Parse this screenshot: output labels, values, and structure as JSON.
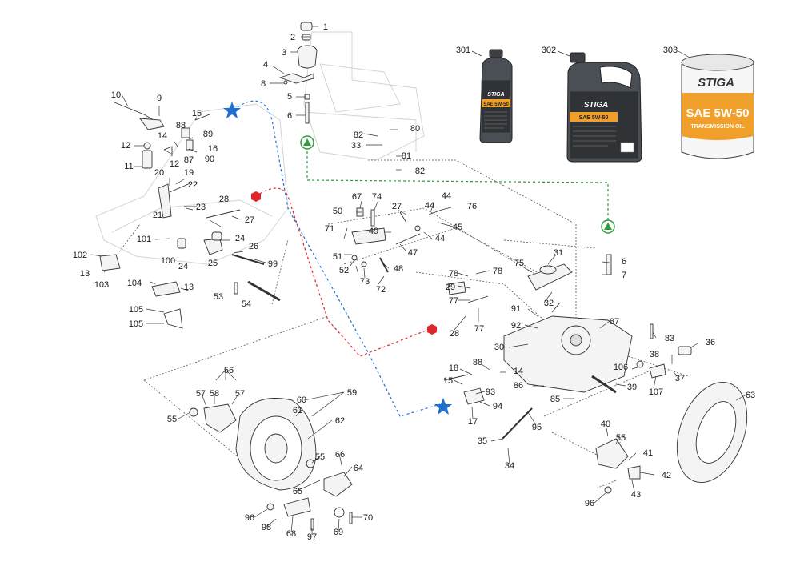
{
  "diagram": {
    "part_numbers": [
      "1",
      "2",
      "3",
      "4",
      "5",
      "6",
      "8",
      "9",
      "10",
      "11",
      "12",
      "12",
      "13",
      "13",
      "14",
      "15",
      "16",
      "17",
      "18",
      "19",
      "20",
      "21",
      "22",
      "23",
      "24",
      "24",
      "25",
      "26",
      "27",
      "27",
      "28",
      "28",
      "29",
      "30",
      "31",
      "32",
      "33",
      "34",
      "35",
      "36",
      "37",
      "38",
      "39",
      "40",
      "41",
      "42",
      "43",
      "44",
      "44",
      "44",
      "45",
      "47",
      "48",
      "49",
      "50",
      "51",
      "52",
      "53",
      "54",
      "55",
      "55",
      "55",
      "56",
      "57",
      "57",
      "58",
      "59",
      "60",
      "61",
      "62",
      "63",
      "64",
      "65",
      "66",
      "67",
      "68",
      "69",
      "70",
      "71",
      "72",
      "73",
      "74",
      "75",
      "76",
      "77",
      "77",
      "78",
      "78",
      "80",
      "81",
      "82",
      "82",
      "83",
      "85",
      "86",
      "87",
      "87",
      "88",
      "88",
      "89",
      "90",
      "91",
      "92",
      "93",
      "94",
      "95",
      "96",
      "96",
      "97",
      "98",
      "99",
      "100",
      "101",
      "102",
      "103",
      "104",
      "105",
      "105",
      "106",
      "107",
      "6",
      "7",
      "14",
      "15"
    ],
    "products": [
      {
        "number": "301",
        "brand": "STIGA",
        "label": "SAE 5W-50",
        "type": "bottle"
      },
      {
        "number": "302",
        "brand": "STIGA",
        "label": "SAE 5W-50",
        "type": "jug"
      },
      {
        "number": "303",
        "brand": "STIGA",
        "label": "SAE 5W-50",
        "sublabel": "TRANSMISSION OIL",
        "type": "drum"
      }
    ],
    "connector_colors": {
      "blue": "#1f6fd1",
      "red": "#e0242b",
      "green": "#2a9d3a"
    }
  }
}
